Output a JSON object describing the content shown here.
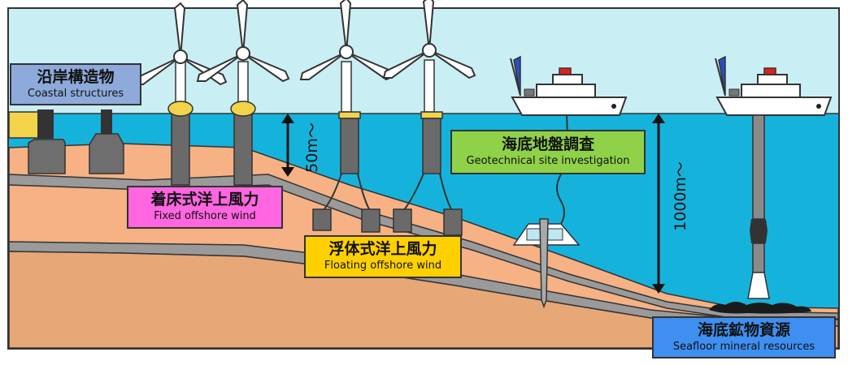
{
  "labels": {
    "coastal": {
      "jp": "沿岸構造物",
      "en": "Coastal structures"
    },
    "fixed": {
      "jp": "着床式洋上風力",
      "en": "Fixed offshore wind"
    },
    "floating": {
      "jp": "浮体式洋上風力",
      "en": "Floating offshore wind"
    },
    "geotech": {
      "jp": "海底地盤調査",
      "en": "Geotechnical site investigation"
    },
    "mineral": {
      "jp": "海底鉱物資源",
      "en": "Seafloor mineral resources"
    }
  },
  "depths": {
    "shallow": "50m～",
    "deep": "1000m～"
  },
  "colors": {
    "sky": "#c9eef4",
    "sea": "#15b3dc",
    "sediment": "#f6b184",
    "deep_soil": "#e7a777",
    "layer": "#9a9a9a",
    "tower": "#6a6a6a",
    "nacelle": "#f2d34a",
    "coastal_box": "#8eaadb",
    "fixed_box": "#ff66e0",
    "floating_box": "#ffd000",
    "geotech_box": "#8fd149",
    "mineral_box": "#3f8ff0"
  }
}
